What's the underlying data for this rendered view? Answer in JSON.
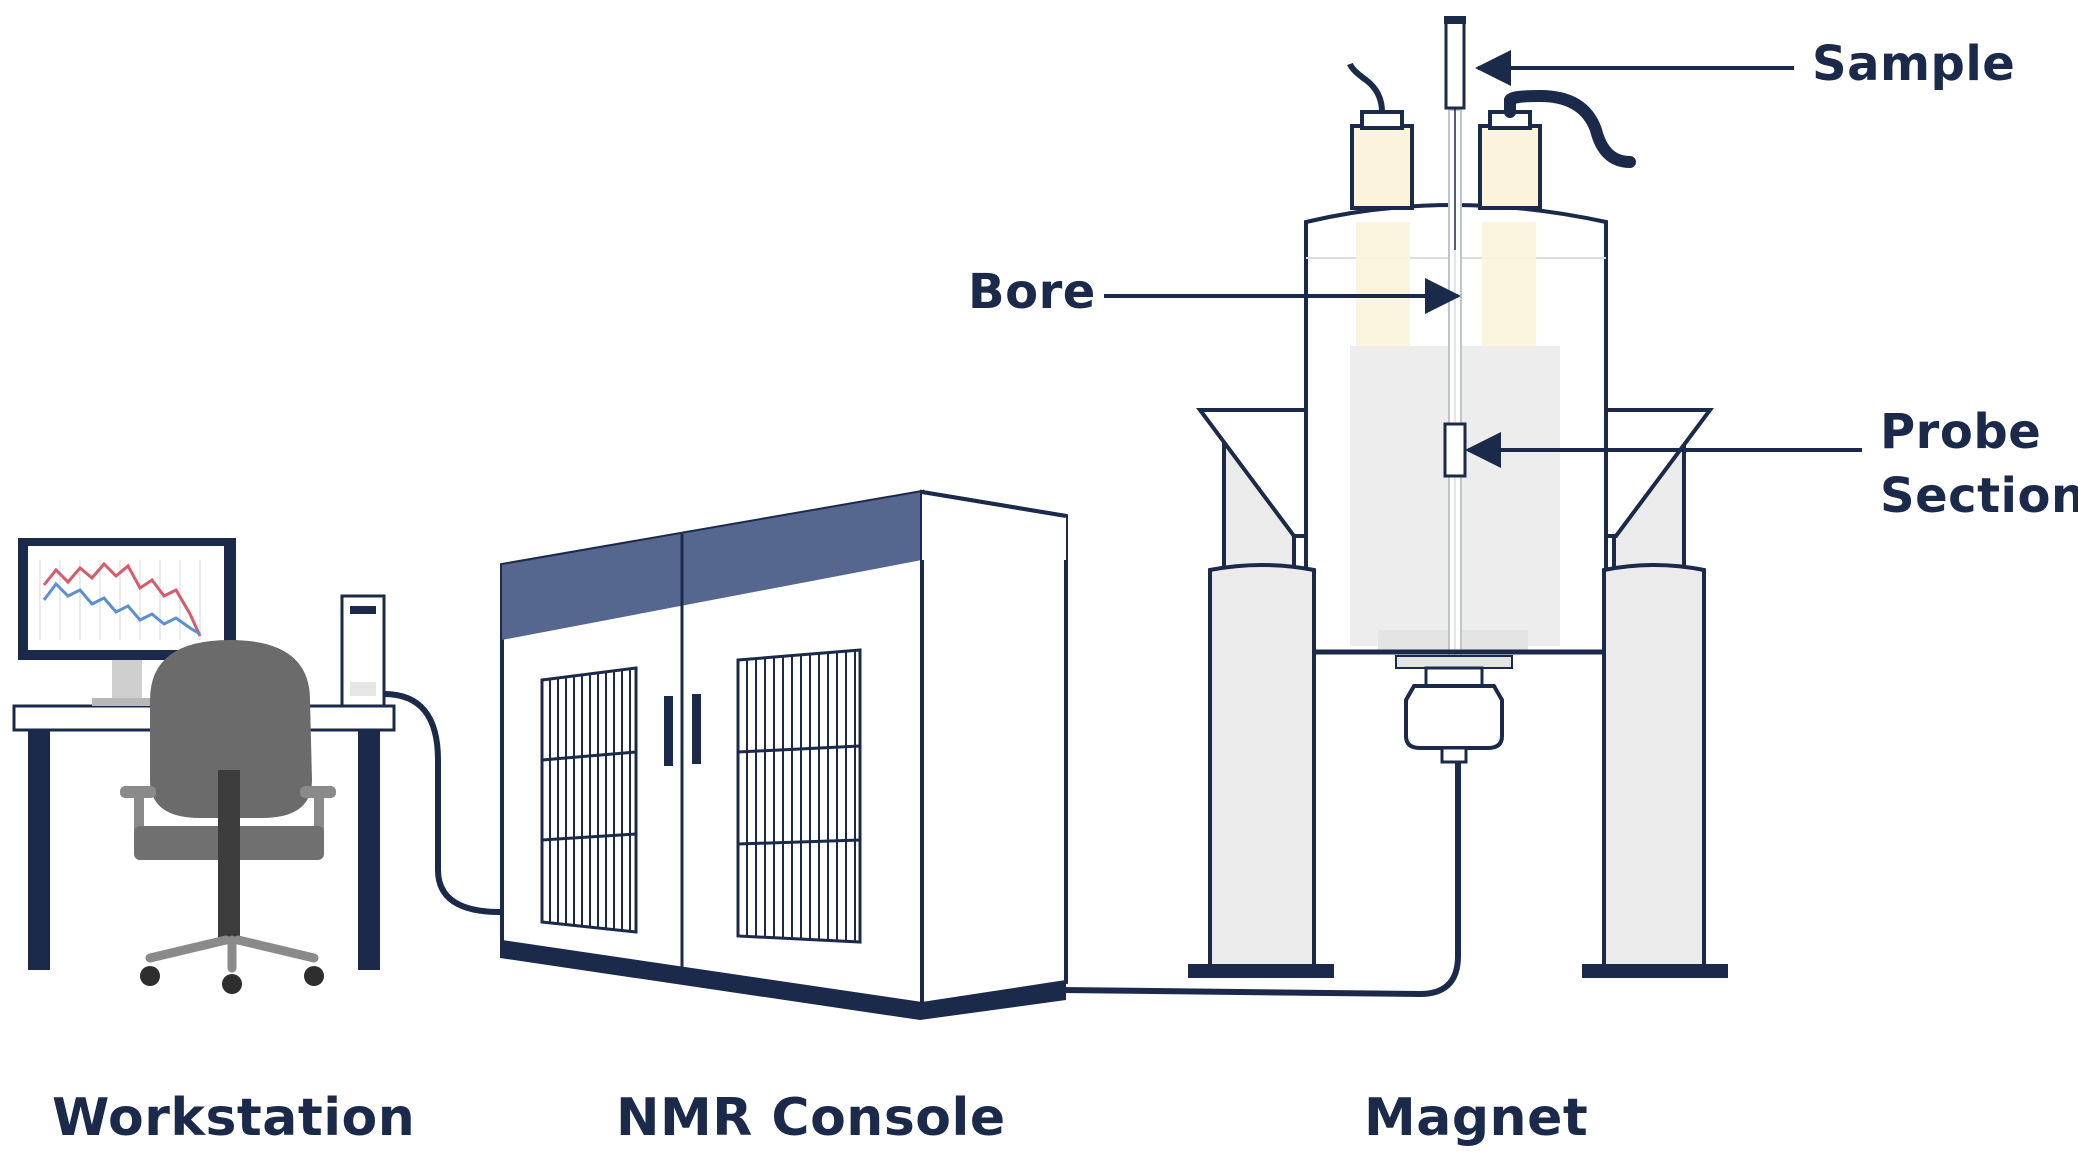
{
  "captions": {
    "workstation": "Workstation",
    "console": "NMR Console",
    "magnet": "Magnet"
  },
  "callouts": {
    "sample": "Sample",
    "bore": "Bore",
    "probe_line1": "Probe",
    "probe_line2": "Section"
  },
  "colors": {
    "navy": "#1b2a4a",
    "console_top": "#56678f",
    "chart_red": "#d95a6a",
    "chart_blue": "#5b8fd6",
    "chair": "#6b6b6b",
    "magnet_body": "#ebebeb",
    "sample_tint": "#fbf3dc"
  },
  "icons": [
    "workstation-icon",
    "nmr-console-icon",
    "magnet-icon"
  ]
}
